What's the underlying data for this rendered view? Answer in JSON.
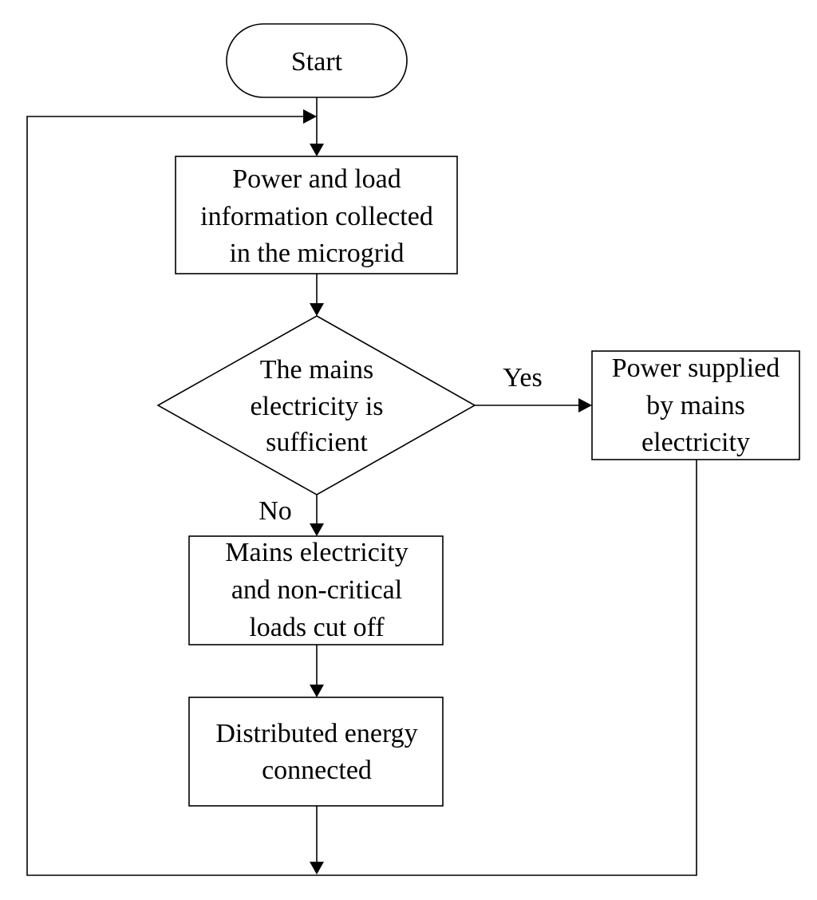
{
  "nodes": {
    "start": [
      "Start"
    ],
    "collect": [
      "Power and load",
      "information collected",
      "in the microgrid"
    ],
    "decision": [
      "The mains",
      "electricity is",
      "sufficient"
    ],
    "supplied": [
      "Power supplied",
      "by mains",
      "electricity"
    ],
    "cutoff": [
      "Mains electricity",
      "and non-critical",
      "loads cut off"
    ],
    "distributed": [
      "Distributed energy",
      "connected"
    ]
  },
  "edges": {
    "yes_label": "Yes",
    "no_label": "No"
  }
}
